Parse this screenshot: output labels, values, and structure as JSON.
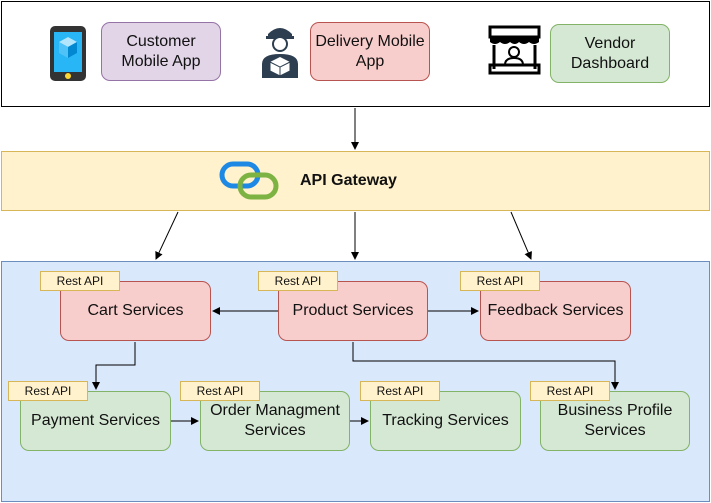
{
  "clients": {
    "customer": "Customer\nMobile App",
    "delivery": "Delivery Mobile\nApp",
    "vendor": "Vendor\nDashboard"
  },
  "gateway": {
    "title": "API Gateway"
  },
  "services": {
    "tag_label": "Rest API",
    "cart": "Cart Services",
    "product": "Product Services",
    "feedback": "Feedback Services",
    "payment": "Payment Services",
    "order": "Order Managment\nServices",
    "tracking": "Tracking Services",
    "business": "Business Profile\nServices"
  },
  "icons": [
    "mobile-phone-icon",
    "delivery-person-icon",
    "storefront-icon",
    "linked-rings-icon"
  ],
  "colors": {
    "client_purple": "#e1d5e7",
    "service_red": "#f8cecc",
    "service_green": "#d5e8d4",
    "gateway_yellow": "#fff2cc",
    "services_blue": "#dae8fc"
  }
}
